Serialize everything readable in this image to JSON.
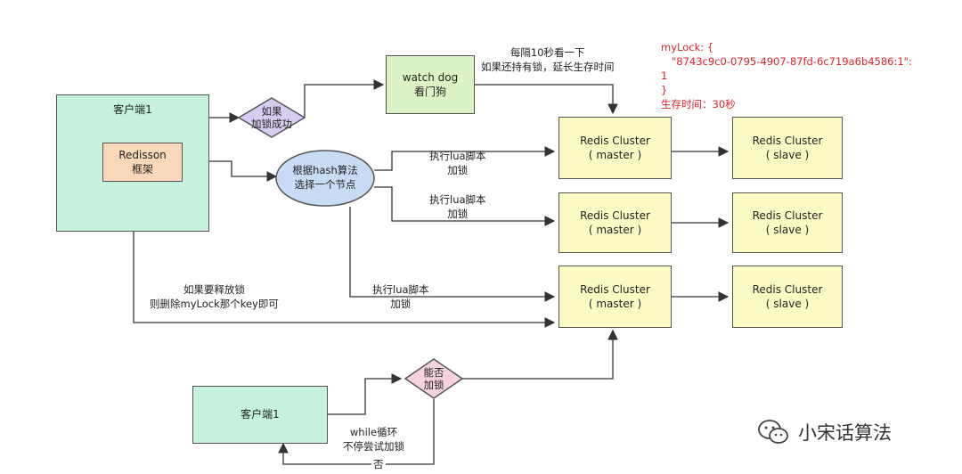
{
  "client_top": {
    "label": "客户端1"
  },
  "redisson": {
    "line1": "Redisson",
    "line2": "框架"
  },
  "lock_success_diamond": {
    "line1": "如果",
    "line2": "加锁成功"
  },
  "watch_dog": {
    "line1": "watch dog",
    "line2": "看门狗"
  },
  "watch_dog_note": {
    "line1": "每隔10秒看一下",
    "line2": "如果还持有锁，延长生存时间"
  },
  "lock_info": {
    "line1": "myLock: {",
    "line2": "\"8743c9c0-0795-4907-87fd-6c719a6b4586:1\":",
    "line3": "1",
    "line4": "}",
    "line5": "生存时间：30秒"
  },
  "hash_ellipse": {
    "line1": "根据hash算法",
    "line2": "选择一个节点"
  },
  "lua_labels": [
    {
      "line1": "执行lua脚本",
      "line2": "加锁"
    },
    {
      "line1": "执行lua脚本",
      "line2": "加锁"
    },
    {
      "line1": "执行lua脚本",
      "line2": "加锁"
    }
  ],
  "clusters": [
    {
      "master_line1": "Redis Cluster",
      "master_line2": "( master )",
      "slave_line1": "Redis Cluster",
      "slave_line2": "( slave )"
    },
    {
      "master_line1": "Redis Cluster",
      "master_line2": "( master )",
      "slave_line1": "Redis Cluster",
      "slave_line2": "( slave )"
    },
    {
      "master_line1": "Redis Cluster",
      "master_line2": "( master )",
      "slave_line1": "Redis Cluster",
      "slave_line2": "( slave )"
    }
  ],
  "release_note": {
    "line1": "如果要释放锁",
    "line2": "则删除myLock那个key即可"
  },
  "client_bottom": {
    "label": "客户端1"
  },
  "can_lock_diamond": {
    "line1": "能否",
    "line2": "加锁"
  },
  "while_note": {
    "line1": "while循环",
    "line2": "不停尝试加锁"
  },
  "no_label": "否",
  "watermark": {
    "text": "小宋话算法",
    "icon": "wechat-icon"
  },
  "colors": {
    "client": "#c6f1dc",
    "redisson": "#fad9bb",
    "watch_dog": "#dcf3c6",
    "cluster": "#fcfbc4",
    "diamond_top": "#d7cdf3",
    "diamond_bottom": "#f6d2de",
    "ellipse": "#c9dcf6",
    "note_red": "#e0242a"
  }
}
